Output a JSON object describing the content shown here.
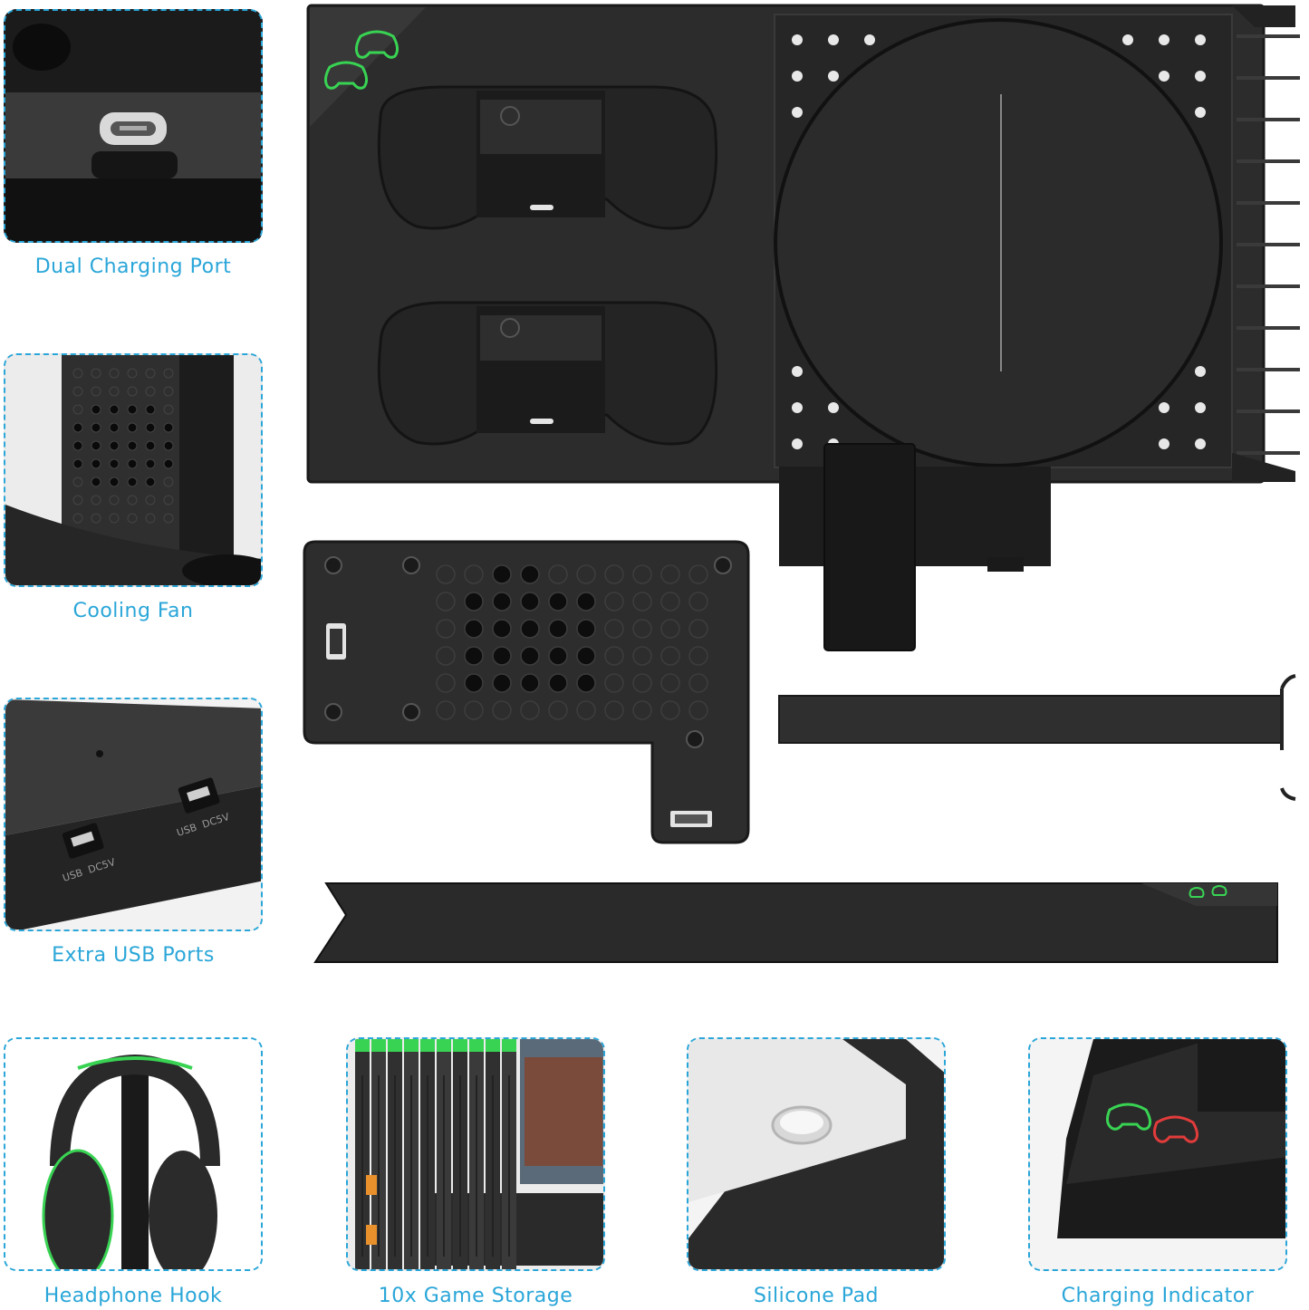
{
  "features": {
    "dual_charging_port": "Dual Charging Port",
    "cooling_fan": "Cooling Fan",
    "extra_usb_ports": "Extra USB Ports",
    "headphone_hook": "Headphone Hook",
    "game_storage": "10x Game Storage",
    "silicone_pad": "Silicone Pad",
    "charging_indicator": "Charging Indicator"
  },
  "usb_label": "USB  DC5V",
  "colors": {
    "accent": "#2aa6d8",
    "plastic": "#2b2b2b",
    "led_green": "#39d353",
    "led_red": "#e23b3b"
  }
}
